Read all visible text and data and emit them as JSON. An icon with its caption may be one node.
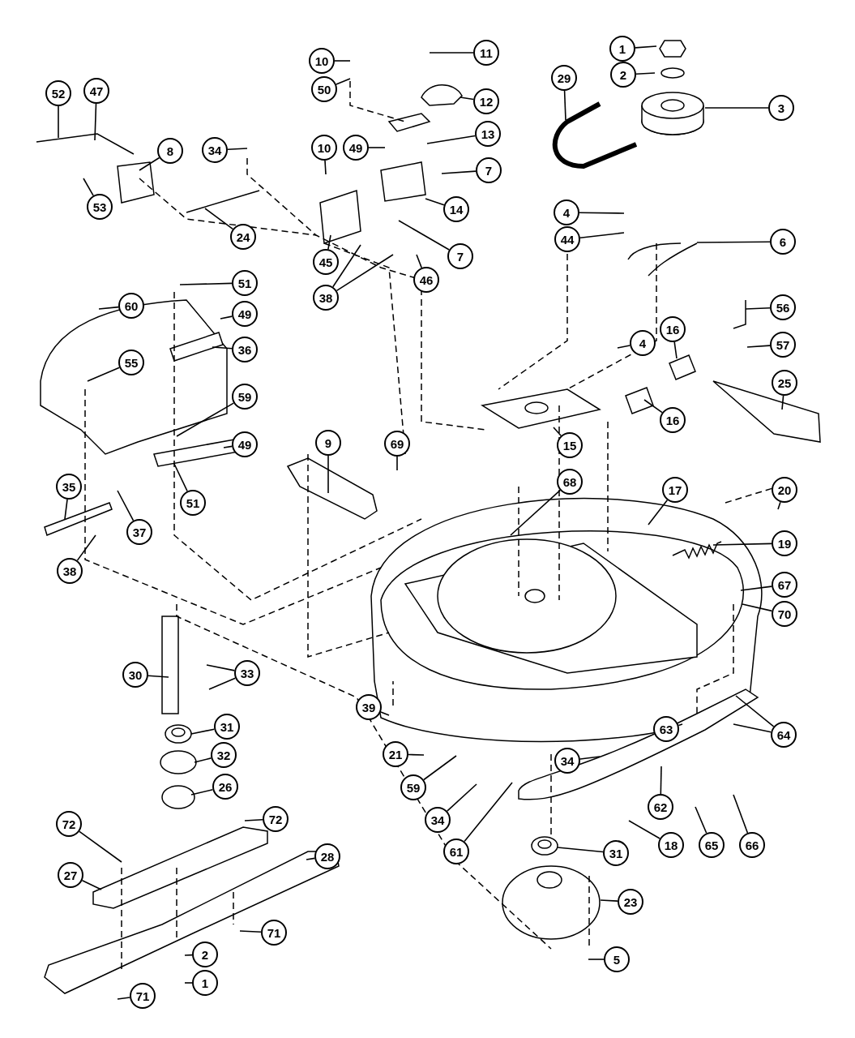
{
  "diagram": {
    "nodes": [
      {
        "text": [
          "11"
        ]
      },
      {
        "text": [
          "1"
        ]
      },
      {
        "text": [
          "10"
        ]
      },
      {
        "text": [
          "29"
        ]
      },
      {
        "text": [
          "2"
        ]
      },
      {
        "text": [
          "50"
        ]
      },
      {
        "text": [
          "52"
        ]
      },
      {
        "text": [
          "47"
        ]
      },
      {
        "text": [
          "3"
        ]
      },
      {
        "text": [
          "12"
        ]
      },
      {
        "text": [
          "13"
        ]
      },
      {
        "text": [
          "8"
        ]
      },
      {
        "text": [
          "34"
        ]
      },
      {
        "text": [
          "10"
        ]
      },
      {
        "text": [
          "49"
        ]
      },
      {
        "text": [
          "7"
        ]
      },
      {
        "text": [
          "53"
        ]
      },
      {
        "text": [
          "14"
        ]
      },
      {
        "text": [
          "4"
        ]
      },
      {
        "text": [
          "24"
        ]
      },
      {
        "text": [
          "44"
        ]
      },
      {
        "text": [
          "6"
        ]
      },
      {
        "text": [
          "45"
        ]
      },
      {
        "text": [
          "7"
        ]
      },
      {
        "text": [
          "46"
        ]
      },
      {
        "text": [
          "38"
        ]
      },
      {
        "text": [
          "51"
        ]
      },
      {
        "text": [
          "60"
        ]
      },
      {
        "text": [
          "49"
        ]
      },
      {
        "text": [
          "56"
        ]
      },
      {
        "text": [
          "16"
        ]
      },
      {
        "text": [
          "4"
        ]
      },
      {
        "text": [
          "57"
        ]
      },
      {
        "text": [
          "36"
        ]
      },
      {
        "text": [
          "55"
        ]
      },
      {
        "text": [
          "25"
        ]
      },
      {
        "text": [
          "59"
        ]
      },
      {
        "text": [
          "16"
        ]
      },
      {
        "text": [
          "15"
        ]
      },
      {
        "text": [
          "49"
        ]
      },
      {
        "text": [
          "9"
        ]
      },
      {
        "text": [
          "69"
        ]
      },
      {
        "text": [
          "68"
        ]
      },
      {
        "text": [
          "51"
        ]
      },
      {
        "text": [
          "35"
        ]
      },
      {
        "text": [
          "17"
        ]
      },
      {
        "text": [
          "20"
        ]
      },
      {
        "text": [
          "37"
        ]
      },
      {
        "text": [
          "19"
        ]
      },
      {
        "text": [
          "38"
        ]
      },
      {
        "text": [
          "67"
        ]
      },
      {
        "text": [
          "70"
        ]
      },
      {
        "text": [
          "30"
        ]
      },
      {
        "text": [
          "33"
        ]
      },
      {
        "text": [
          "39"
        ]
      },
      {
        "text": [
          "31"
        ]
      },
      {
        "text": [
          "63"
        ]
      },
      {
        "text": [
          "64"
        ]
      },
      {
        "text": [
          "32"
        ]
      },
      {
        "text": [
          "21"
        ]
      },
      {
        "text": [
          "34"
        ]
      },
      {
        "text": [
          "59"
        ]
      },
      {
        "text": [
          "26"
        ]
      },
      {
        "text": [
          "72"
        ]
      },
      {
        "text": [
          "72"
        ]
      },
      {
        "text": [
          "62"
        ]
      },
      {
        "text": [
          "34"
        ]
      },
      {
        "text": [
          "18"
        ]
      },
      {
        "text": [
          "65"
        ]
      },
      {
        "text": [
          "66"
        ]
      },
      {
        "text": [
          "61"
        ]
      },
      {
        "text": [
          "31"
        ]
      },
      {
        "text": [
          "28"
        ]
      },
      {
        "text": [
          "27"
        ]
      },
      {
        "text": [
          "23"
        ]
      },
      {
        "text": [
          "71"
        ]
      },
      {
        "text": [
          "2"
        ]
      },
      {
        "text": [
          "5"
        ]
      },
      {
        "text": [
          "1"
        ]
      },
      {
        "text": [
          "71"
        ]
      }
    ],
    "edges": [
      {
        "from": 0,
        "to": null,
        "arrow": "none"
      },
      {
        "from": 1,
        "to": null,
        "arrow": "none"
      },
      {
        "from": 2,
        "to": null,
        "arrow": "none"
      },
      {
        "from": 3,
        "to": null,
        "arrow": "none"
      },
      {
        "from": 4,
        "to": null,
        "arrow": "none"
      },
      {
        "from": 5,
        "to": null,
        "arrow": "none"
      },
      {
        "from": 6,
        "to": null,
        "arrow": "none"
      },
      {
        "from": 7,
        "to": null,
        "arrow": "none"
      },
      {
        "from": 8,
        "to": null,
        "arrow": "none"
      },
      {
        "from": 9,
        "to": null,
        "arrow": "none"
      },
      {
        "from": 10,
        "to": null,
        "arrow": "none"
      },
      {
        "from": 11,
        "to": null,
        "arrow": "none"
      },
      {
        "from": 12,
        "to": null,
        "arrow": "none"
      },
      {
        "from": 13,
        "to": null,
        "arrow": "none"
      },
      {
        "from": 14,
        "to": null,
        "arrow": "none"
      },
      {
        "from": 15,
        "to": null,
        "arrow": "none"
      },
      {
        "from": 16,
        "to": null,
        "arrow": "none"
      },
      {
        "from": 17,
        "to": null,
        "arrow": "none"
      },
      {
        "from": 18,
        "to": null,
        "arrow": "none"
      },
      {
        "from": 19,
        "to": null,
        "arrow": "none"
      },
      {
        "from": 20,
        "to": null,
        "arrow": "none"
      },
      {
        "from": 21,
        "to": null,
        "arrow": "none"
      },
      {
        "from": 22,
        "to": null,
        "arrow": "none"
      },
      {
        "from": 23,
        "to": null,
        "arrow": "none"
      },
      {
        "from": 24,
        "to": null,
        "arrow": "none"
      },
      {
        "from": 25,
        "to": null,
        "arrow": "none"
      },
      {
        "from": 25,
        "to": null,
        "arrow": "none"
      },
      {
        "from": 26,
        "to": null,
        "arrow": "none"
      },
      {
        "from": 27,
        "to": null,
        "arrow": "none"
      },
      {
        "from": 28,
        "to": null,
        "arrow": "none"
      },
      {
        "from": 29,
        "to": null,
        "arrow": "none"
      },
      {
        "from": 30,
        "to": null,
        "arrow": "none"
      },
      {
        "from": 31,
        "to": null,
        "arrow": "none"
      },
      {
        "from": 32,
        "to": null,
        "arrow": "none"
      },
      {
        "from": 33,
        "to": null,
        "arrow": "none"
      },
      {
        "from": 34,
        "to": null,
        "arrow": "none"
      },
      {
        "from": 35,
        "to": null,
        "arrow": "none"
      },
      {
        "from": 36,
        "to": null,
        "arrow": "none"
      },
      {
        "from": 37,
        "to": null,
        "arrow": "none"
      },
      {
        "from": 38,
        "to": null,
        "arrow": "none"
      },
      {
        "from": 39,
        "to": null,
        "arrow": "none"
      },
      {
        "from": 40,
        "to": null,
        "arrow": "none"
      },
      {
        "from": 41,
        "to": null,
        "arrow": "none"
      },
      {
        "from": 42,
        "to": null,
        "arrow": "none"
      },
      {
        "from": 43,
        "to": null,
        "arrow": "none"
      },
      {
        "from": 44,
        "to": null,
        "arrow": "none"
      },
      {
        "from": 45,
        "to": null,
        "arrow": "none"
      },
      {
        "from": 46,
        "to": null,
        "arrow": "none"
      },
      {
        "from": 47,
        "to": null,
        "arrow": "none"
      },
      {
        "from": 48,
        "to": null,
        "arrow": "none"
      },
      {
        "from": 49,
        "to": null,
        "arrow": "none"
      },
      {
        "from": 50,
        "to": null,
        "arrow": "none"
      },
      {
        "from": 51,
        "to": null,
        "arrow": "none"
      },
      {
        "from": 52,
        "to": null,
        "arrow": "none"
      },
      {
        "from": 53,
        "to": null,
        "arrow": "none"
      },
      {
        "from": 53,
        "to": null,
        "arrow": "none"
      },
      {
        "from": 54,
        "to": null,
        "arrow": "none"
      },
      {
        "from": 55,
        "to": null,
        "arrow": "none"
      },
      {
        "from": 56,
        "to": null,
        "arrow": "none"
      },
      {
        "from": 57,
        "to": null,
        "arrow": "none"
      },
      {
        "from": 57,
        "to": null,
        "arrow": "none"
      },
      {
        "from": 58,
        "to": null,
        "arrow": "none"
      },
      {
        "from": 59,
        "to": null,
        "arrow": "none"
      },
      {
        "from": 60,
        "to": null,
        "arrow": "none"
      },
      {
        "from": 61,
        "to": null,
        "arrow": "none"
      },
      {
        "from": 62,
        "to": null,
        "arrow": "none"
      },
      {
        "from": 63,
        "to": null,
        "arrow": "none"
      },
      {
        "from": 64,
        "to": null,
        "arrow": "none"
      },
      {
        "from": 65,
        "to": null,
        "arrow": "none"
      },
      {
        "from": 66,
        "to": null,
        "arrow": "none"
      },
      {
        "from": 67,
        "to": null,
        "arrow": "none"
      },
      {
        "from": 68,
        "to": null,
        "arrow": "none"
      },
      {
        "from": 69,
        "to": null,
        "arrow": "none"
      },
      {
        "from": 70,
        "to": null,
        "arrow": "none"
      },
      {
        "from": 71,
        "to": null,
        "arrow": "none"
      },
      {
        "from": 72,
        "to": null,
        "arrow": "none"
      },
      {
        "from": 73,
        "to": null,
        "arrow": "none"
      },
      {
        "from": 74,
        "to": null,
        "arrow": "none"
      },
      {
        "from": 75,
        "to": null,
        "arrow": "none"
      },
      {
        "from": 76,
        "to": null,
        "arrow": "none"
      },
      {
        "from": 77,
        "to": null,
        "arrow": "none"
      },
      {
        "from": 78,
        "to": null,
        "arrow": "none"
      },
      {
        "from": 79,
        "to": null,
        "arrow": "none"
      }
    ]
  }
}
